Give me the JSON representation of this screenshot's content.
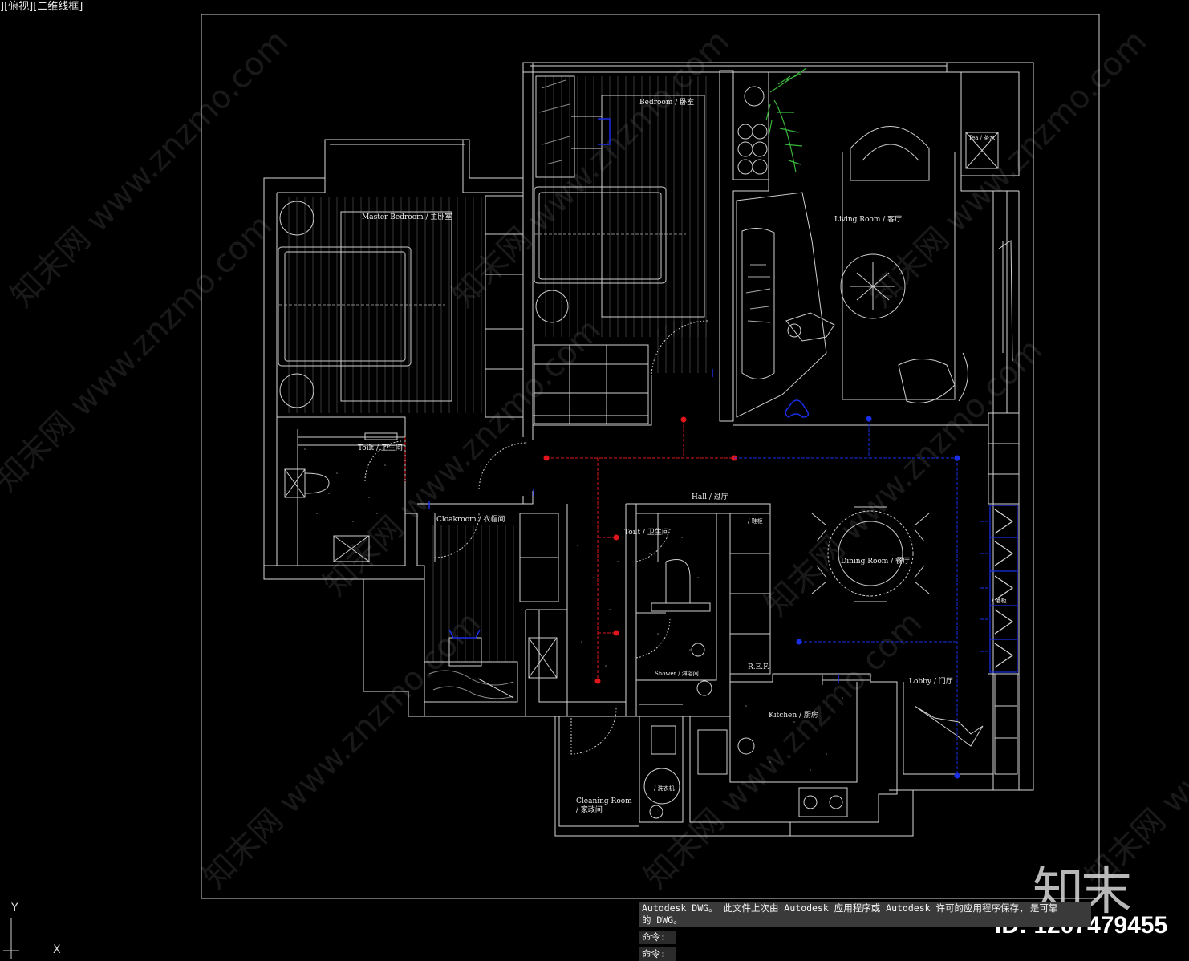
{
  "viewport": {
    "label": "][俯视][二维线框]"
  },
  "rooms": {
    "master_bedroom": "Master Bedroom / 主卧室",
    "bedroom": "Bedroom / 卧室",
    "living_room": "Living Room / 客厅",
    "toilet_1": "Toilt / 卫生间",
    "cloakroom": "Cloakroom / 衣帽间",
    "toilet_2": "Toilt / 卫生间",
    "hall": "Hall / 过厅",
    "dining_room": "Dining Room / 餐厅",
    "shower": "Shower / 淋浴间",
    "kitchen": "Kitchen / 厨房",
    "lobby": "Lobby / 门厅",
    "cleaning_room_en": "Cleaning Room",
    "cleaning_room_cn": "/ 家政间",
    "ref": "R.E.F.",
    "tea": "Tea / 茶水",
    "shoe_cabinet": "/ 鞋柜",
    "wine_cabinet": "/ 酒柜",
    "washer": "/ 洗衣机"
  },
  "watermark": {
    "text": "知末网 www.znzmo.com"
  },
  "command": {
    "message_line1": "Autodesk DWG。  此文件上次由 Autodesk 应用程序或 Autodesk 许可的应用程序保存, 是可靠",
    "message_line2": "的 DWG。",
    "prompt1": "命令:",
    "prompt2": "命令:"
  },
  "brand": {
    "logo": "知末",
    "id": "ID: 1207479455"
  },
  "ucs": {
    "y": "Y",
    "x": "X"
  },
  "colors": {
    "wall": "#d8d8d8",
    "red_circuit": "#e0161c",
    "blue_circuit": "#1a2ee8",
    "plant": "#39b53a"
  }
}
